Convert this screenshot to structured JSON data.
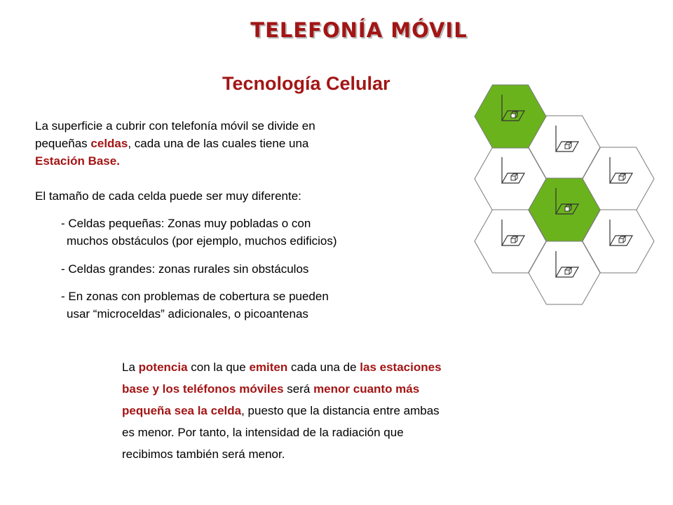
{
  "title": "TELEFONÍA MÓVIL",
  "subtitle": "Tecnología Celular",
  "intro": {
    "line1": "La superficie a cubrir con telefonía móvil se divide en",
    "line2_a": "pequeñas ",
    "line2_red": "celdas",
    "line2_b": ", cada una de las cuales tiene una",
    "line3_red": "Estación Base."
  },
  "size_intro": "El tamaño de cada celda puede ser muy diferente:",
  "bullets": {
    "b1_line1": "- Celdas pequeñas: Zonas muy pobladas o con",
    "b1_line2": "muchos obstáculos (por ejemplo, muchos edificios)",
    "b2_line1": "- Celdas grandes: zonas rurales sin obstáculos",
    "b3_line1": "- En zonas con problemas de cobertura se pueden",
    "b3_line2": "usar “microceldas” adicionales, o picoantenas"
  },
  "bottom": {
    "s1": "La ",
    "s2": "potencia",
    "s3": " con la que ",
    "s4": "emiten",
    "s5": " cada una de ",
    "s6": "las estaciones",
    "s7": "base y los teléfonos móviles",
    "s8": " será ",
    "s9": "menor cuanto más",
    "s10": "pequeña sea la celda",
    "s11": ", puesto que la distancia entre ambas",
    "s12": "es menor. Por tanto, la intensidad de la radiación que",
    "s13": "recibimos también será menor."
  },
  "colors": {
    "accent_red": "#a31515",
    "cell_green": "#6ab31c",
    "cell_border": "#7a7a7a"
  },
  "cells": [
    {
      "id": "top",
      "highlighted": true
    },
    {
      "id": "upper-left",
      "highlighted": false
    },
    {
      "id": "upper-middle",
      "highlighted": false
    },
    {
      "id": "upper-right",
      "highlighted": false
    },
    {
      "id": "center",
      "highlighted": true
    },
    {
      "id": "lower-left",
      "highlighted": false
    },
    {
      "id": "lower-right",
      "highlighted": false
    },
    {
      "id": "bottom",
      "highlighted": false
    }
  ]
}
